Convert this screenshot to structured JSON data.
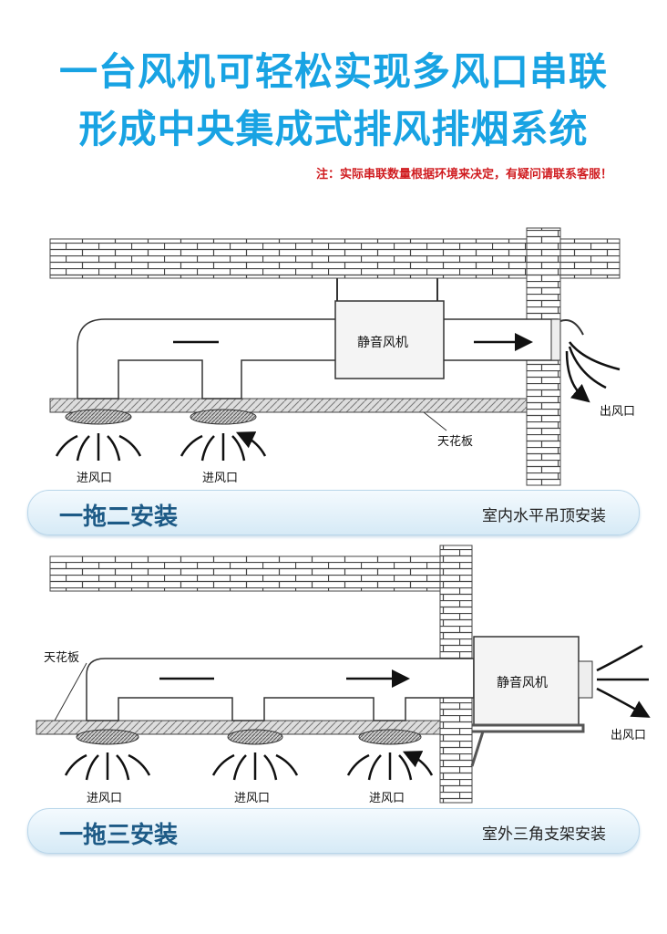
{
  "title": {
    "line1": "一台风机可轻松实现多风口串联",
    "line2": "形成中央集成式排风排烟系统"
  },
  "note": "注：实际串联数量根据环境来决定，有疑问请联系客服！",
  "diagram1": {
    "fan": "静音风机",
    "outlet": "出风口",
    "ceiling": "天花板",
    "inlets": [
      "进风口",
      "进风口"
    ],
    "banner_left": "一拖二安装",
    "banner_right": "室内水平吊顶安装"
  },
  "diagram2": {
    "fan": "静音风机",
    "outlet": "出风口",
    "ceiling": "天花板",
    "inlets": [
      "进风口",
      "进风口",
      "进风口"
    ],
    "banner_left": "一拖三安装",
    "banner_right": "室外三角支架安装"
  },
  "colors": {
    "title": "#18a3e3",
    "note": "#d01c20",
    "banner_text": "#1d5a86"
  }
}
